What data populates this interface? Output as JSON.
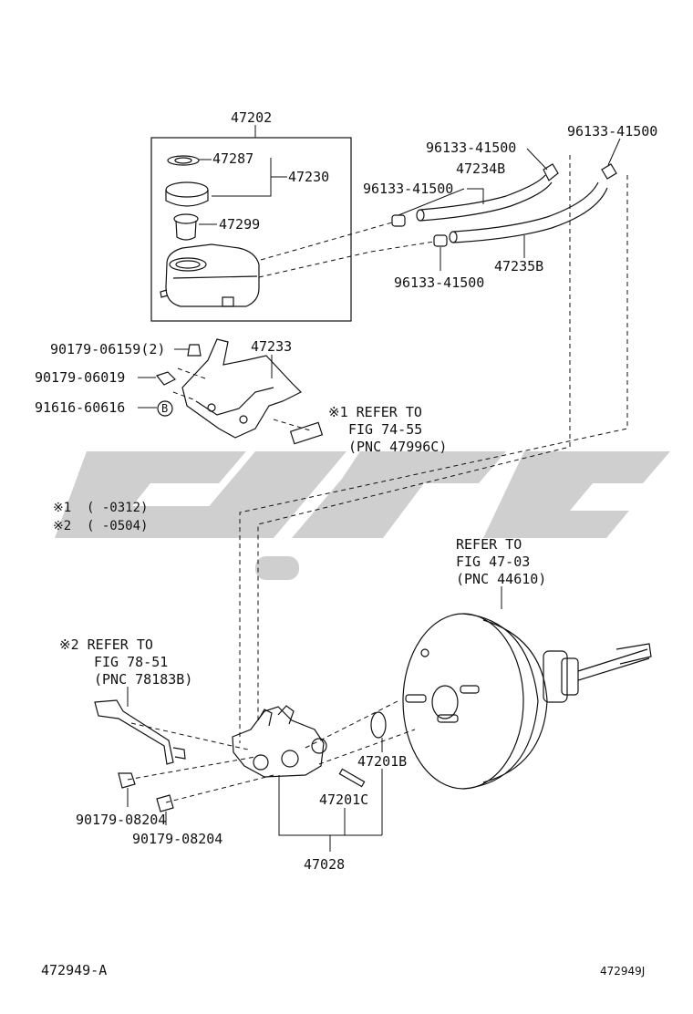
{
  "labels": {
    "reservoir_assy": "47202",
    "cap_gasket": "47287",
    "cap_assy": "47230",
    "strainer": "47299",
    "clip_top_left": "96133-41500",
    "clip_top_mid": "96133-41500",
    "clip_top_right": "96133-41500",
    "clip_bottom": "96133-41500",
    "hose_b": "47234B",
    "hose_c": "47235B",
    "bracket": "47233",
    "nut_1": "90179-06159(2)",
    "nut_2": "90179-06019",
    "grommet": "91616-60616",
    "grommet_marker": "B",
    "ring": "47201B",
    "pin": "47201C",
    "master_cyl": "47028",
    "nut_bottom_1": "90179-08204",
    "nut_bottom_2": "90179-08204"
  },
  "notes": {
    "ref1": [
      "※1 REFER TO",
      "FIG 74-55",
      "(PNC 47996C)"
    ],
    "ref_booster": [
      "REFER TO",
      "FIG 47-03",
      "(PNC 44610)"
    ],
    "ref2": [
      "※2 REFER TO",
      "FIG 78-51",
      "(PNC 78183B)"
    ],
    "legend": [
      {
        "mark": "※1",
        "range": "(      -0312)"
      },
      {
        "mark": "※2",
        "range": "(      -0504)"
      }
    ]
  },
  "footer": {
    "left_code": "472949-A",
    "right_code": "472949J"
  }
}
